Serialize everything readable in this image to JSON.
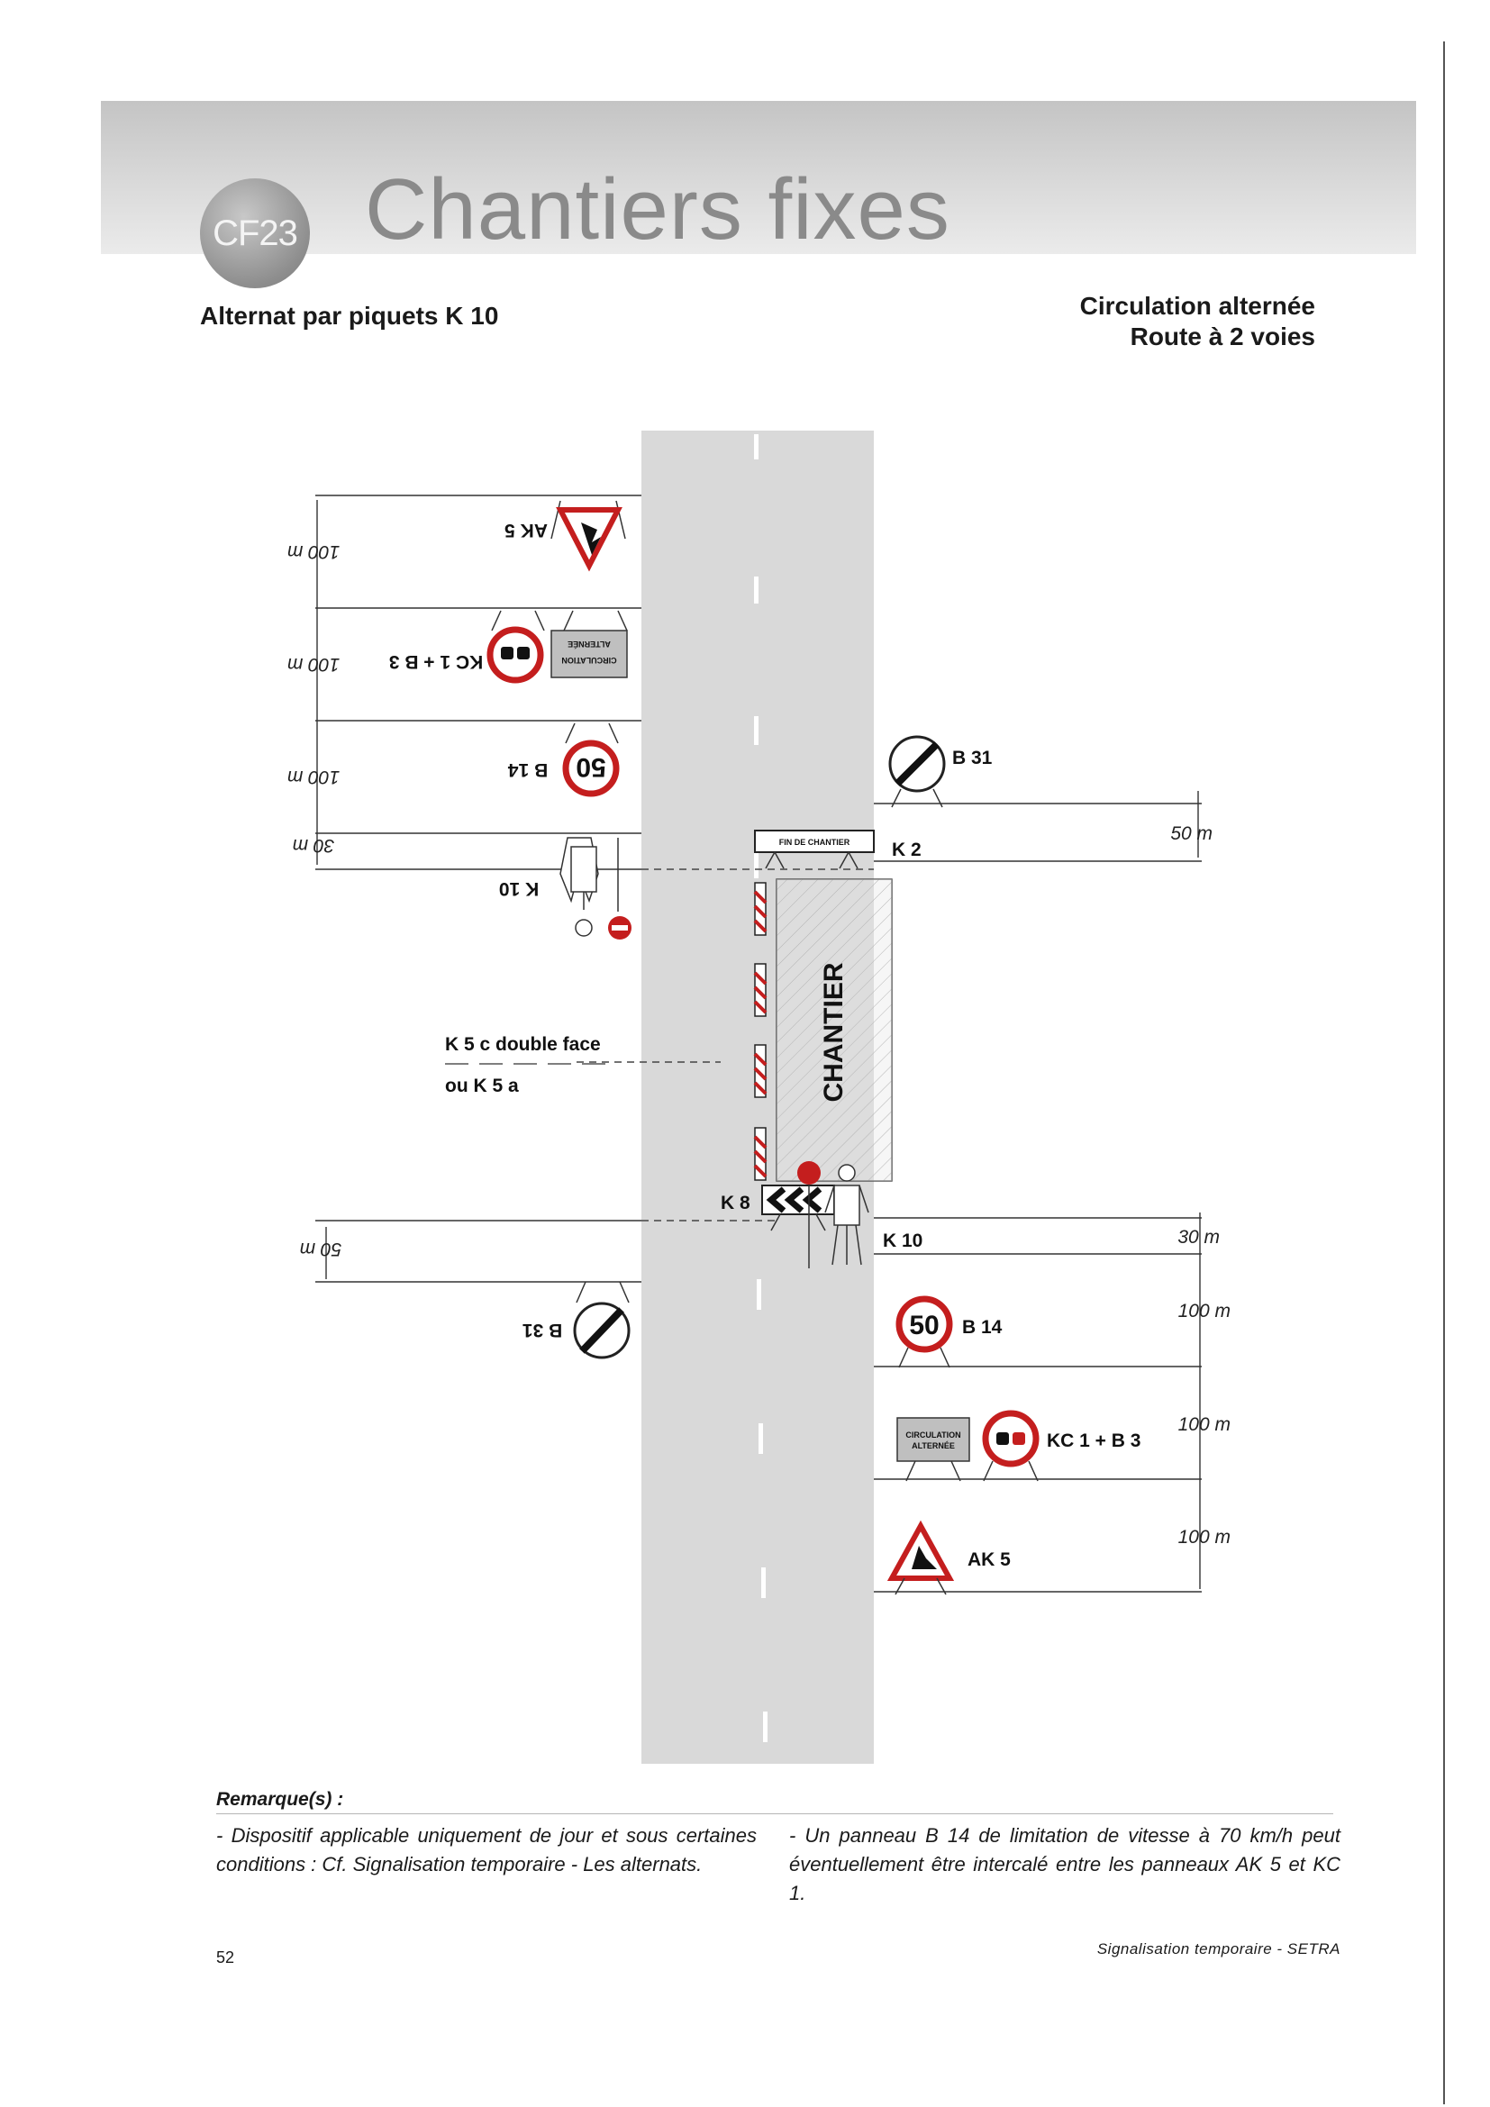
{
  "header": {
    "badge": "CF23",
    "title": "Chantiers fixes",
    "subtitle_left": "Alternat par piquets K 10",
    "subtitle_right_line1": "Circulation alternée",
    "subtitle_right_line2": "Route à 2 voies"
  },
  "diagram": {
    "left_side": {
      "sign_ak5": "AK 5",
      "sign_kc1_b3": "KC 1 + B 3",
      "sign_b14": "B 14",
      "sign_k10": "K 10",
      "sign_b31": "B 31",
      "dist_1": "100 m",
      "dist_2": "100 m",
      "dist_3": "100 m",
      "dist_4": "30 m",
      "dist_5": "50 m",
      "speed_value": "50",
      "panel_text_1": "CIRCULATION",
      "panel_text_2": "ALTERNÉE"
    },
    "right_side": {
      "sign_b31": "B 31",
      "sign_k2": "K 2",
      "sign_k8": "K 8",
      "sign_k10": "K 10",
      "sign_b14": "B 14",
      "sign_kc1_b3": "KC 1 + B 3",
      "sign_ak5": "AK 5",
      "dist_50": "50 m",
      "dist_30": "30 m",
      "dist_100a": "100 m",
      "dist_100b": "100 m",
      "dist_100c": "100 m",
      "speed_value": "50",
      "panel_text_1": "CIRCULATION",
      "panel_text_2": "ALTERNÉE",
      "fin_chantier": "FIN DE CHANTIER"
    },
    "work_zone_label": "CHANTIER",
    "k5_label_line1": "K 5 c double face",
    "k5_label_line2": "ou K 5 a"
  },
  "remarks": {
    "title": "Remarque(s) :",
    "left": "- Dispositif applicable uniquement de jour et sous certaines conditions : Cf. Signalisation temporaire - Les alternats.",
    "right": "- Un panneau B 14 de limitation de vitesse à 70 km/h peut éventuellement être intercalé entre les panneaux AK 5 et KC 1."
  },
  "footer": {
    "page_number": "52",
    "source": "Signalisation temporaire - SETRA"
  }
}
